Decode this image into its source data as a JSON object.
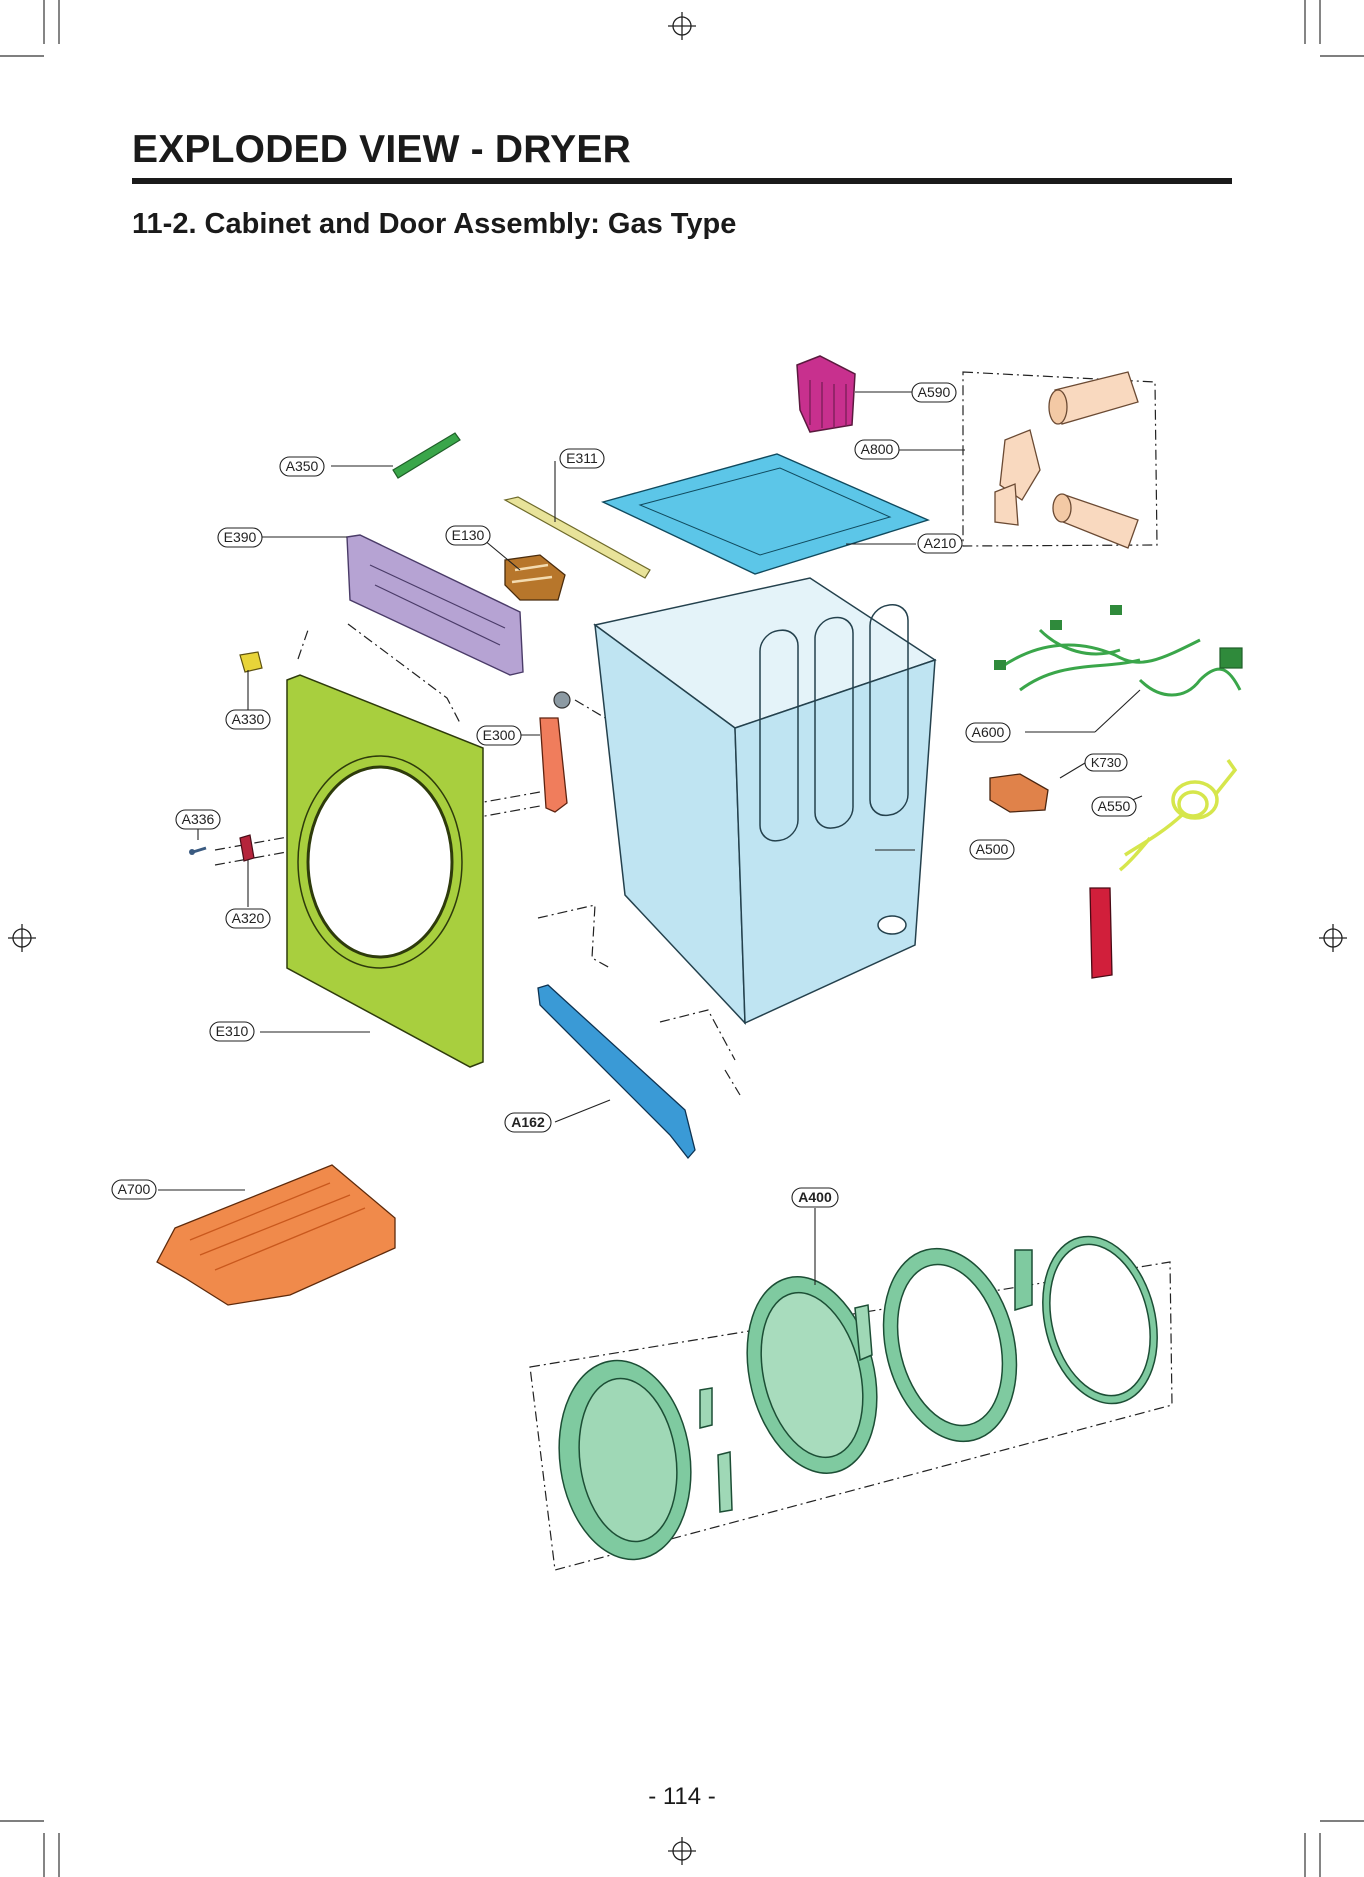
{
  "page": {
    "title": "EXPLODED VIEW - DRYER",
    "subtitle": "11-2. Cabinet and Door Assembly: Gas Type",
    "page_number": "- 114 -"
  },
  "callouts": {
    "A590": "A590",
    "A800": "A800",
    "A350": "A350",
    "E311": "E311",
    "A210": "A210",
    "E390": "E390",
    "E130": "E130",
    "A330": "A330",
    "E300": "E300",
    "A600": "A600",
    "K730": "K730",
    "A550": "A550",
    "A336": "A336",
    "A500": "A500",
    "A320": "A320",
    "E310": "E310",
    "A162": "A162",
    "A700": "A700",
    "A400": "A400"
  },
  "colors": {
    "cabinet": "#bfe4f2",
    "front_panel": "#a8cf3e",
    "door_parts": "#7fcaa0",
    "top_plate": "#5cc6e8",
    "duct": "#f9d9bf",
    "lint_filter": "#c8308e",
    "rack": "#f08a4b",
    "harness": "#3aa64a",
    "power_cord": "#d6e64c",
    "control_panel": "#b6a3d3",
    "bracket": "#f07d5c",
    "rail": "#3a9ad6"
  }
}
